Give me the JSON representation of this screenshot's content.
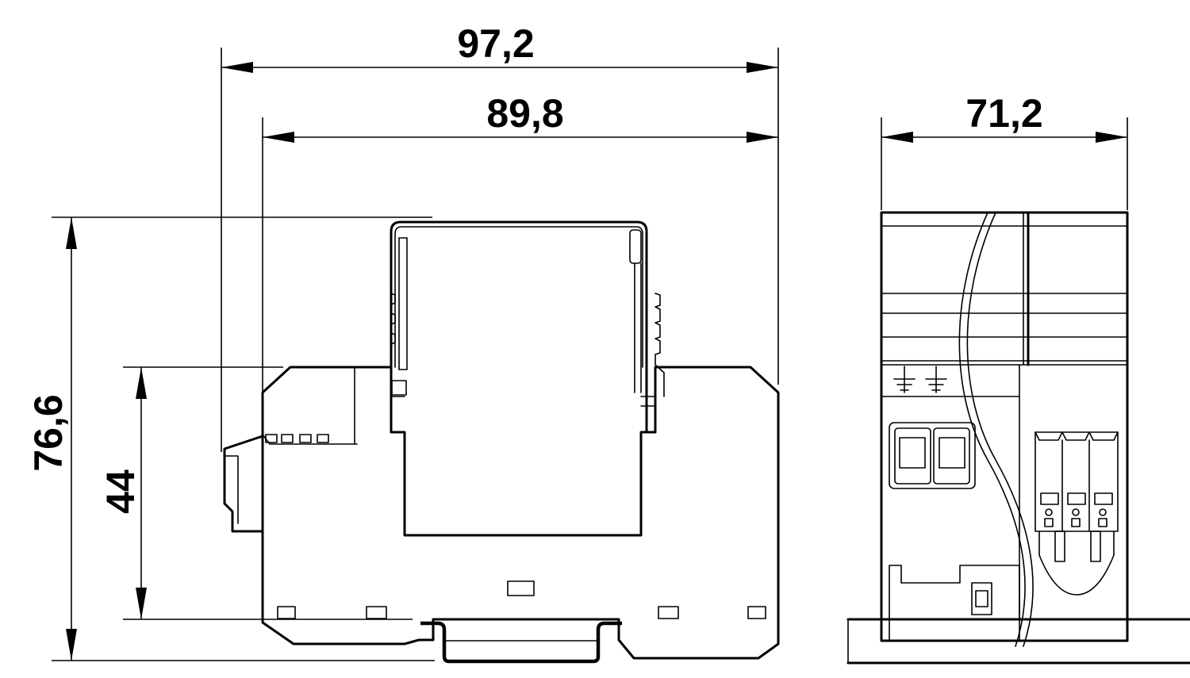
{
  "dimensions": {
    "overall_width": "97,2",
    "body_width": "89,8",
    "side_width": "71,2",
    "overall_height": "76,6",
    "base_height": "44"
  },
  "colors": {
    "line": "#000000",
    "background": "#ffffff"
  }
}
